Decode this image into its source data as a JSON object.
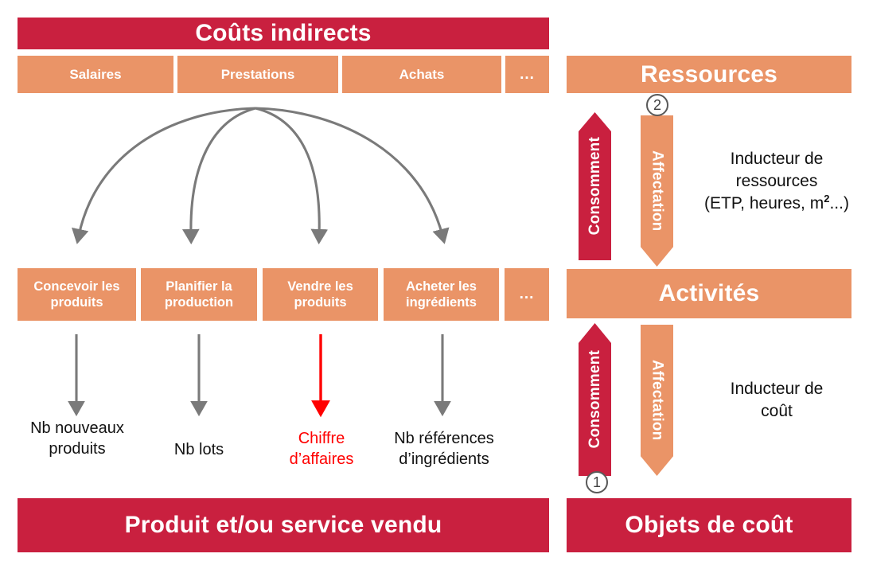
{
  "colors": {
    "crimson": "#c9203f",
    "orange": "#ea9467",
    "arrow_gray": "#7a7a7a",
    "arrow_red": "#ff0000",
    "text_dark": "#111111"
  },
  "left_panel": {
    "header": {
      "label": "Coûts indirects"
    },
    "cost_cells": [
      {
        "label": "Salaires"
      },
      {
        "label": "Prestations"
      },
      {
        "label": "Achats"
      },
      {
        "label": "..."
      }
    ],
    "activities": [
      {
        "label": "Concevoir les produits"
      },
      {
        "label": "Planifier la production"
      },
      {
        "label": "Vendre les produits"
      },
      {
        "label": "Acheter les ingrédients"
      },
      {
        "label": "..."
      }
    ],
    "drivers": [
      {
        "label": "Nb nouveaux produits",
        "highlight": "false"
      },
      {
        "label": "Nb lots",
        "highlight": "false"
      },
      {
        "label": "Chiffre d’affaires",
        "highlight": "true"
      },
      {
        "label": "Nb références d’ingrédients",
        "highlight": "false"
      }
    ],
    "footer": {
      "label": "Produit et/ou service vendu"
    }
  },
  "right_panel": {
    "level_resources": {
      "label": "Ressources"
    },
    "level_activities": {
      "label": "Activités"
    },
    "level_cost_objects": {
      "label": "Objets de coût"
    },
    "flows_top": {
      "consume": {
        "label": "Consomment"
      },
      "allocate": {
        "label": "Affectation"
      },
      "badge": "2",
      "note_line1": "Inducteur de",
      "note_line2": "ressources",
      "note_line3": "(ETP, heures, m",
      "note_sup": "2",
      "note_line3_end": "...)"
    },
    "flows_bottom": {
      "consume": {
        "label": "Consomment"
      },
      "allocate": {
        "label": "Affectation"
      },
      "badge": "1",
      "note_line1": "Inducteur de",
      "note_line2": "coût"
    }
  }
}
